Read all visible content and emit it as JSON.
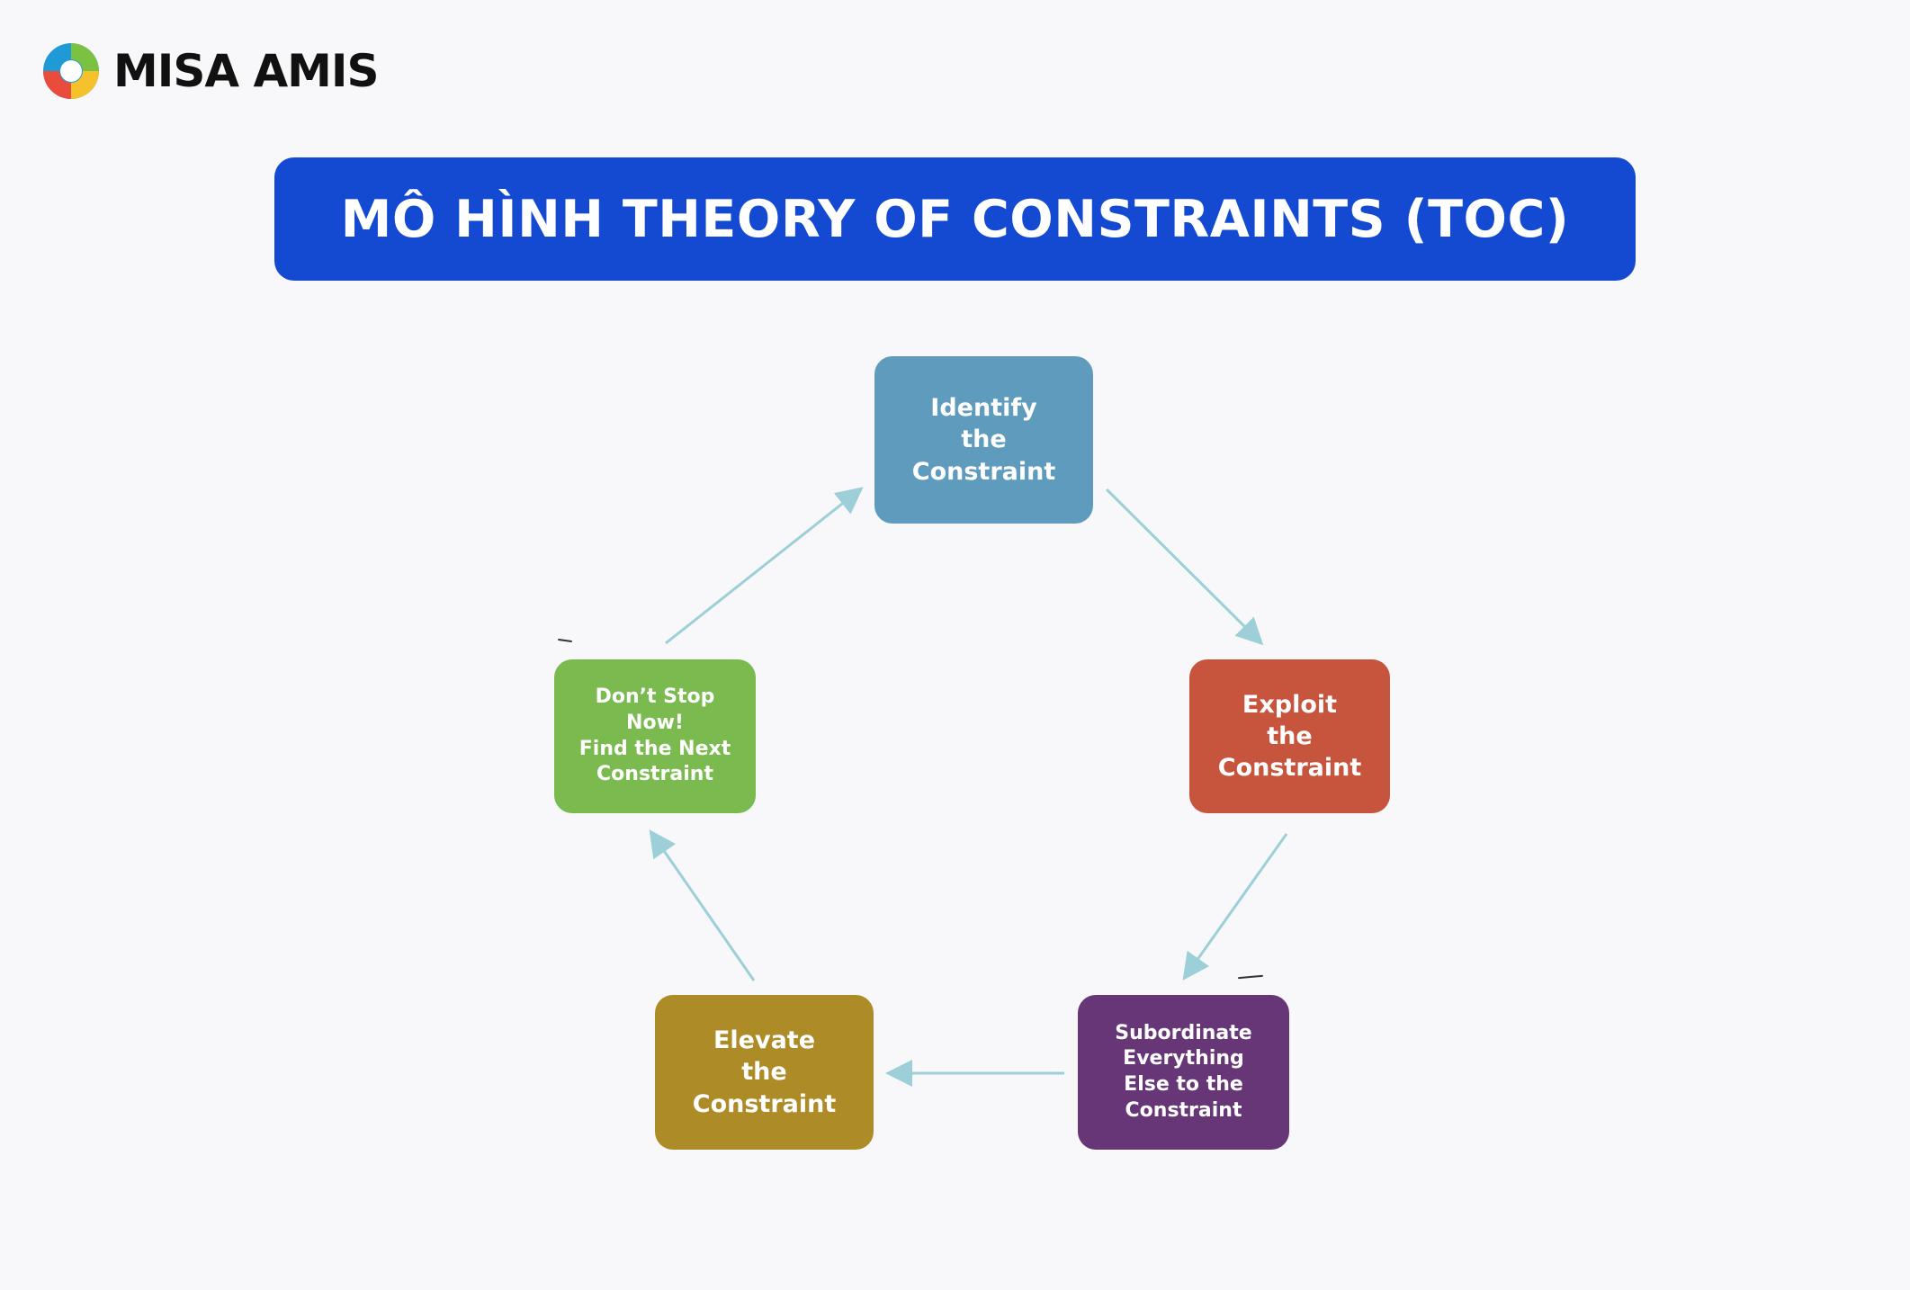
{
  "brand": {
    "name": "MISA AMIS",
    "logo_icon": "misa-amis-swirl-icon",
    "colors": [
      "#1e9ad6",
      "#7cc242",
      "#f6c22c",
      "#e94b3c"
    ]
  },
  "title": "MÔ HÌNH THEORY OF CONSTRAINTS (TOC)",
  "title_bg": "#1449d1",
  "arrow_color": "#9ccfd8",
  "steps": [
    {
      "label": "Identify\nthe\nConstraint",
      "color": "#5f9bbd"
    },
    {
      "label": "Exploit\nthe\nConstraint",
      "color": "#c7543d"
    },
    {
      "label": "Subordinate\nEverything\nElse to the\nConstraint",
      "color": "#663677"
    },
    {
      "label": "Elevate\nthe\nConstraint",
      "color": "#ad8b27"
    },
    {
      "label": "Don’t Stop\nNow!\nFind the Next\nConstraint",
      "color": "#7aba4f"
    }
  ]
}
